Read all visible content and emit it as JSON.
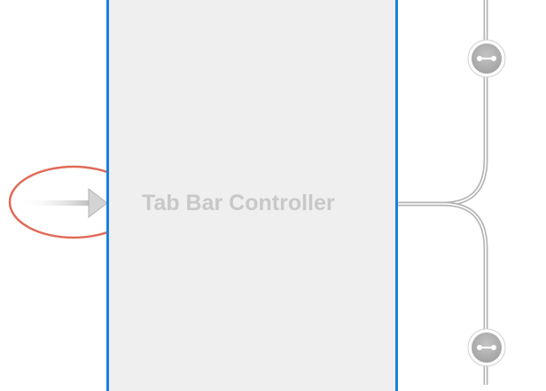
{
  "scene": {
    "initial_view_controller_arrow": {
      "icon": "entry-point-arrow-icon",
      "highlight_color": "#e06a58"
    },
    "controller": {
      "title": "Tab Bar Controller",
      "border_color": "#1a7fe0",
      "fill_color": "#efefef"
    },
    "relationship_segues": [
      {
        "icon": "relationship-segue-icon",
        "direction": "up"
      },
      {
        "icon": "relationship-segue-icon",
        "direction": "down"
      }
    ]
  }
}
